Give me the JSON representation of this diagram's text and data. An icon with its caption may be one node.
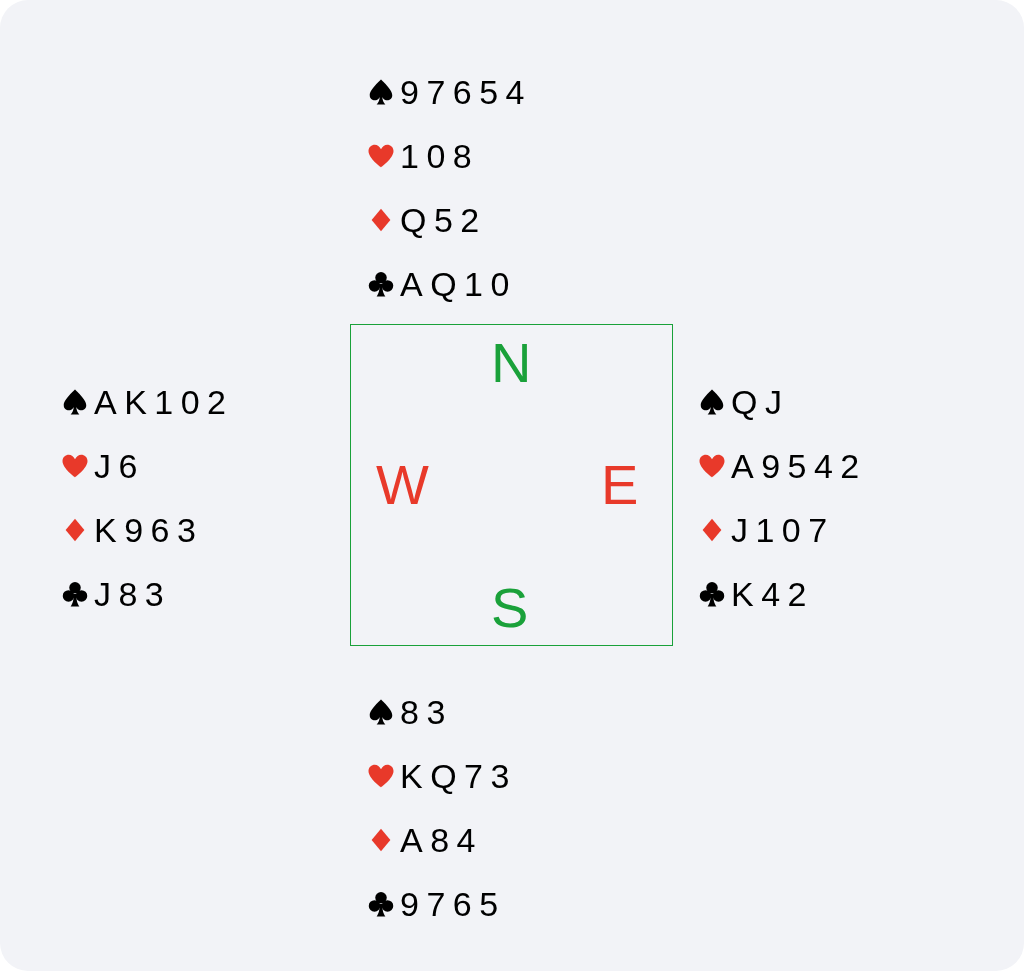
{
  "diagram": {
    "nodes": [
      {
        "text": [
          "N",
          "W",
          "E",
          "S"
        ]
      }
    ],
    "labels": [
      "97654",
      "108",
      "Q52",
      "AQ10",
      "AK102",
      "J6",
      "K963",
      "J83",
      "QJ",
      "A9542",
      "J107",
      "K42",
      "83",
      "KQ73",
      "A84",
      "9765"
    ]
  }
}
